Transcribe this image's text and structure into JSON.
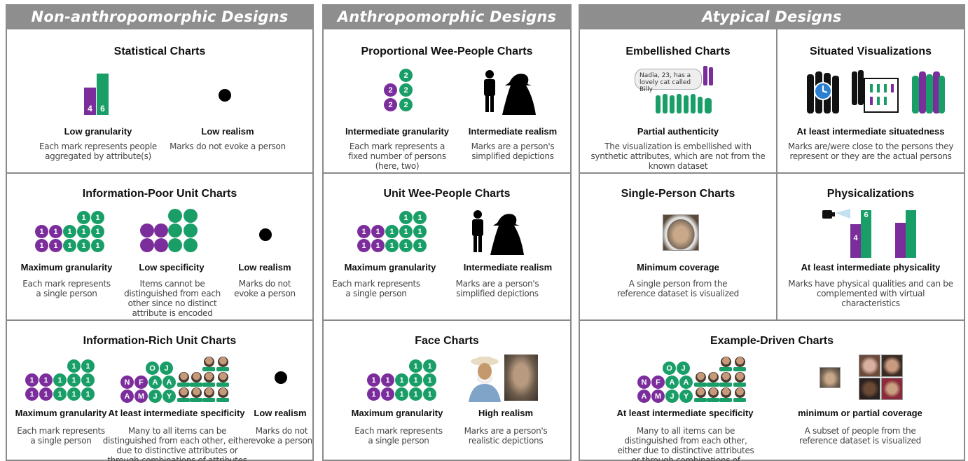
{
  "columns": {
    "non": "Non-anthropomorphic Designs",
    "anthro": "Anthropomorphic Designs",
    "atypical": "Atypical Designs"
  },
  "statistical": {
    "title": "Statistical Charts",
    "bar1": "4",
    "bar2": "6",
    "l1": "Low granularity",
    "d1": "Each mark represents people aggregated by attribute(s)",
    "l2": "Low realism",
    "d2": "Marks do not evoke a person"
  },
  "infopoor": {
    "title": "Information-Poor Unit Charts",
    "l1": "Maximum granularity",
    "d1": "Each mark represents a single person",
    "l2": "Low specificity",
    "d2": "Items cannot be distinguished from each other since no distinct attribute is encoded",
    "l3": "Low realism",
    "d3": "Marks do not evoke a person"
  },
  "inforich": {
    "title": "Information-Rich Unit Charts",
    "l1": "Maximum granularity",
    "d1": "Each mark represents a single person",
    "l2": "At least intermediate specificity",
    "d2": "Many to all items can be distinguished from each other, either due to distinctive attributes or through combinations of attributes",
    "l3": "Low realism",
    "d3": "Marks do not evoke a person"
  },
  "proportional": {
    "title": "Proportional Wee-People Charts",
    "num": "2",
    "l1": "Intermediate granularity",
    "d1": "Each mark represents a fixed number of persons (here, two)",
    "l2": "Intermediate realism",
    "d2": "Marks are a person's simplified depictions"
  },
  "unitwee": {
    "title": "Unit Wee-People Charts",
    "l1": "Maximum granularity",
    "d1": "Each mark represents a single person",
    "l2": "Intermediate realism",
    "d2": "Marks are a person's simplified depictions"
  },
  "face": {
    "title": "Face Charts",
    "l1": "Maximum granularity",
    "d1": "Each mark represents a single person",
    "l2": "High realism",
    "d2": "Marks are a person's realistic depictions"
  },
  "embellished": {
    "title": "Embellished Charts",
    "bubble": "Nadia, 23, has a lovely cat called Billy",
    "l1": "Partial authenticity",
    "d1": "The visualization is embellished with synthetic attributes, which are not from the known dataset"
  },
  "situated": {
    "title": "Situated Visualizations",
    "l1": "At least intermediate situatedness",
    "d1": "Marks are/were close to the persons they represent or they are the actual persons"
  },
  "singleperson": {
    "title": "Single-Person Charts",
    "l1": "Minimum coverage",
    "d1": "A single person from the reference dataset is visualized"
  },
  "physical": {
    "title": "Physicalizations",
    "bar1": "4",
    "bar2": "6",
    "l1": "At least intermediate physicality",
    "d1": "Marks have physical qualities and can be complemented with virtual characteristics"
  },
  "example": {
    "title": "Example-Driven Charts",
    "l1": "At least intermediate specificity",
    "d1": "Many to all items can be distinguished from each other, either due to distinctive attributes or through combinations of attributes",
    "l2": "minimum or partial coverage",
    "d2": "A subset of people from the reference dataset is visualized"
  },
  "glyphs": {
    "one": "1",
    "letters_row1": [
      "O",
      "J"
    ],
    "letters_row2": [
      "N",
      "F",
      "A",
      "A"
    ],
    "letters_row3": [
      "A",
      "M",
      "J",
      "Y"
    ]
  },
  "colors": {
    "purple": "#7b2d9c",
    "green": "#1a9e68",
    "header": "#8e8e8e"
  }
}
